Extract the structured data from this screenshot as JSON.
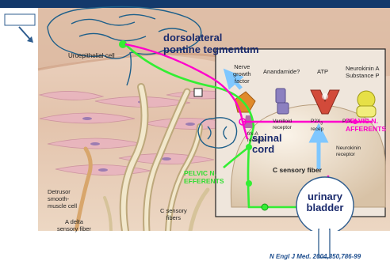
{
  "labels": {
    "brain_region": [
      "dorsolateral",
      "pontine  tegmentum"
    ],
    "uroepithelial": "Uroepithelial cell",
    "ngf": [
      "Nerve",
      "growth",
      "factor"
    ],
    "anandamide": "Anandamide?",
    "atp": "ATP",
    "neurokinin_a": [
      "Neurokinin A",
      "Substance P"
    ],
    "trka": [
      "trk-A",
      "receptor"
    ],
    "vanilloid": [
      "Vanilloid",
      "receptor"
    ],
    "p2x3": [
      "P2X",
      "recep"
    ],
    "p2x3_sub": "3",
    "p2x3_sub_right": "P2X",
    "neurokinin_receptor": [
      "Neurokinin",
      "receptor"
    ],
    "pelvic_afferents": [
      "PELVIC N.",
      "AFFERENTS"
    ],
    "spinal_cord": [
      "spinal",
      "cord"
    ],
    "pelvic_efferents": [
      "PELVIC N.",
      "EFFERENTS"
    ],
    "c_sensory_fiber": "C sensory fiber",
    "urinary_bladder": [
      "urinary",
      "bladder"
    ],
    "detrusor": [
      "Detrusor",
      "smooth-",
      "muscle cell"
    ],
    "adelta": [
      "A delta",
      "sensory fiber"
    ],
    "c_sensory_fibers": [
      "C sensory",
      "fibers"
    ],
    "citation": "N Engl J Med. 2004,350,786-99"
  },
  "colors": {
    "afferent_magenta": "#ff00cc",
    "efferent_green": "#33ee33",
    "dark_blue_text": "#1a2a6c",
    "inset_bg": "#efe6dc",
    "tissue_bg": "#e3c6b0",
    "bladder_fill": "#e8d8c4",
    "arrow_blue": "#7fc7ff",
    "ngf_orange": "#e08a2a",
    "atp_red": "#d24a3a",
    "neurokinin_yellow": "#e6e046",
    "vanilloid_purple": "#8c80c0"
  },
  "icons": [
    "brain-outline-icon",
    "spinal-cord-outline-icon",
    "blank-box-icon",
    "down-right-arrow-icon"
  ]
}
